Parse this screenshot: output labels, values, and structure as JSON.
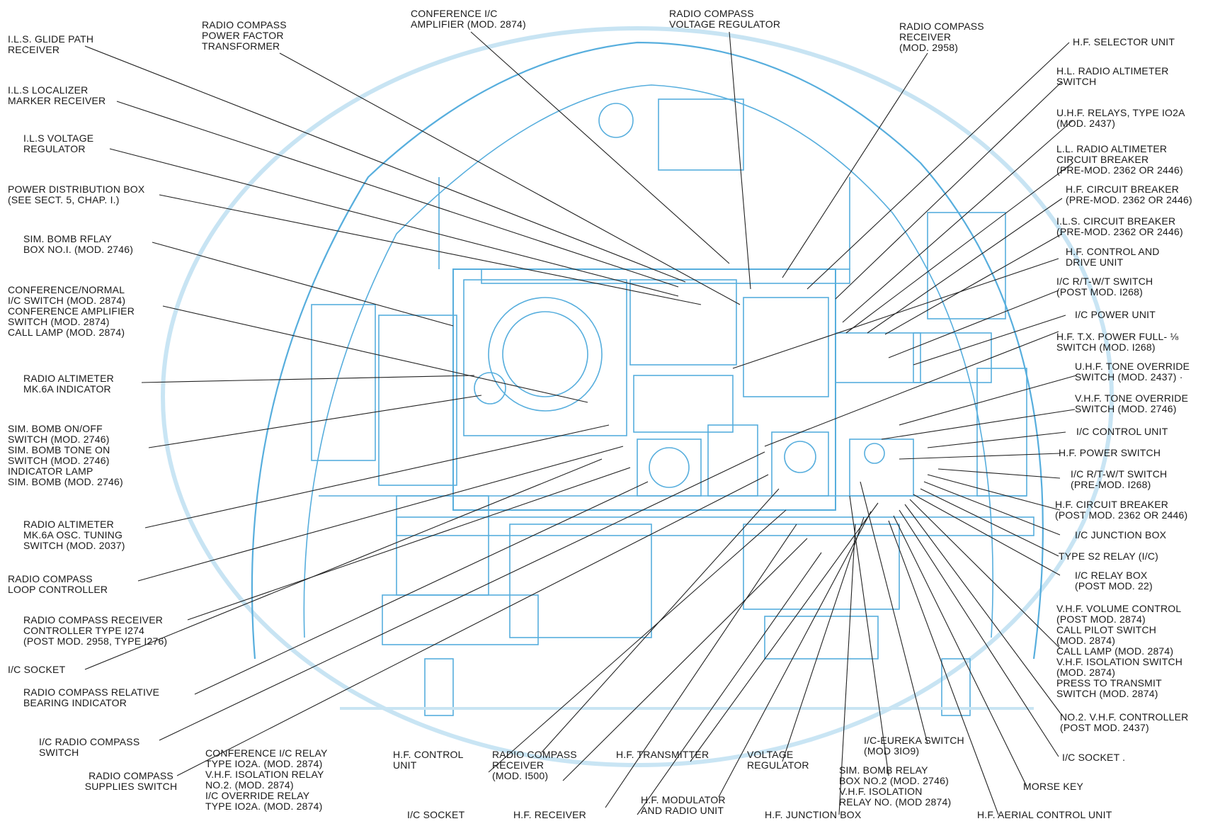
{
  "palette": {
    "ink": "#1a1a1a",
    "line": "#222222",
    "illustration": "#3aa0d8",
    "illustration_light": "#bfe0f2"
  },
  "labels": {
    "ils_glide": "I.L.S. GLIDE PATH\nRECEIVER",
    "ils_localizer": "I.L.S LOCALIZER\nMARKER RECEIVER",
    "ils_voltage": "I.L.S VOLTAGE\nREGULATOR",
    "power_dist": "POWER DISTRIBUTION BOX\n(SEE SECT. 5, CHAP. I.)",
    "sim_bomb_relay1": "SIM. BOMB RFLAY\nBOX No.I. (MOD. 2746)",
    "conference_normal": "CONFERENCE/NORMAL\nI/C SWITCH (MOD. 2874)\nCONFERENCE AMPLIFIER\nSWITCH (MOD. 2874)\nCALL LAMP (MOD. 2874)",
    "radio_alt_ind": "RADIO ALTIMETER\nMK.6A INDICATOR",
    "sim_bomb_onoff": "SIM. BOMB ON/OFF\nSWITCH (MOD. 2746)\nSIM. BOMB TONE ON\nSWITCH (MOD. 2746)\nINDICATOR LAMP\nSIM. BOMB (MOD. 2746)",
    "radio_alt_osc": "RADIO ALTIMETER\nMK.6A OSC. TUNING\nSWITCH (MOD. 2037)",
    "rc_loop": "RADIO COMPASS\nLOOP CONTROLLER",
    "rc_receiver_ctrl": "RADIO COMPASS RECEIVER\nCONTROLLER TYPE I274\n(POST MOD. 2958, TYPE I276)",
    "ic_socket_left": "I/C SOCKET",
    "rc_relative": "RADIO COMPASS RELATIVE\nBEARING INDICATOR",
    "ic_rc_switch": "I/C RADIO COMPASS\nSWITCH",
    "rc_supplies": "RADIO COMPASS\nSUPPLIES SWITCH",
    "rc_pf_transformer": "RADIO COMPASS\nPOWER FACTOR\nTRANSFORMER",
    "conf_amp": "CONFERENCE I/C\nAMPLIFIER (MOD. 2874)",
    "rc_voltage": "RADIO COMPASS\nVOLTAGE REGULATOR",
    "rc_receiver_2958": "RADIO COMPASS\nRECEIVER\n(MOD. 2958)",
    "hf_selector": "H.F. SELECTOR UNIT",
    "hl_radio_alt": "H.L. RADIO ALTIMETER\nSWITCH",
    "uhf_relays": "U.H.F. RELAYS, TYPE IO2A\n(MOD. 2437)",
    "ll_radio_alt_cb": "L.L. RADIO ALTIMETER\nCIRCUIT BREAKER\n(PRE-MOD. 2362 OR 2446)",
    "hf_cb_pre": "H.F. CIRCUIT BREAKER\n(PRE-MOD. 2362 OR 2446)",
    "ils_cb": "I.L.S. CIRCUIT BREAKER\n(PRE-MOD. 2362 OR 2446)",
    "hf_control_drive": "H.F. CONTROL AND\nDRIVE UNIT",
    "ic_rt_wt_post": "I/C R/T-W/T SWITCH\n(POST MOD. I268)",
    "ic_power_unit": "I/C POWER UNIT",
    "hf_tx_power": "H.F. T.X. POWER FULL- ⅛\nSWITCH (MOD. I268)",
    "uhf_tone": "U.H.F. TONE OVERRIDE\nSWITCH (MOD. 2437) ·",
    "vhf_tone": "V.H.F. TONE OVERRIDE\nSWITCH (MOD. 2746)",
    "ic_control_unit": "I/C CONTROL UNIT",
    "hf_power_switch": "H.F. POWER SWITCH",
    "ic_rt_wt_pre": "I/C R/T-W/T SWITCH\n(PRE-MOD. I268)",
    "hf_cb_post": "H.F. CIRCUIT BREAKER\n(POST MOD. 2362 OR 2446)",
    "ic_junction": "I/C JUNCTION BOX",
    "type_s2": "TYPE S2 RELAY (I/C)",
    "ic_relay_box": "I/C RELAY BOX\n(POST MOD. 22)",
    "vhf_volume": "V.H.F. VOLUME CONTROL\n(POST MOD. 2874)\nCALL PILOT SWITCH\n(MOD. 2874)\nCALL LAMP (MOD. 2874)\nV.H.F. ISOLATION SWITCH\n(MOD. 2874)\nPRESS TO TRANSMIT\nSWITCH (MOD. 2874)",
    "no2_vhf": "No.2. V.H.F. CONTROLLER\n(POST MOD. 2437)",
    "ic_socket_right": "I/C SOCKET .",
    "morse_key": "MORSE KEY",
    "hf_aerial": "H.F. AERIAL CONTROL UNIT",
    "conf_ic_relay": "CONFERENCE I/C RELAY\nTYPE IO2A. (MOD. 2874)\nV.H.F. ISOLATION RELAY\nNo.2. (MOD. 2874)\nI/C OVERRIDE RELAY\nTYPE IO2A. (MOD. 2874)",
    "hf_control_unit": "H.F. CONTROL\nUNIT",
    "ic_socket_bottom": "I/C SOCKET",
    "rc_receiver_1500": "RADIO COMPASS\nRECEIVER\n(MOD. I500)",
    "hf_receiver": "H.F. RECEIVER",
    "hf_transmitter": "H.F. TRANSMITTER",
    "hf_modulator": "H.F. MODULATOR\nAND RADIO UNIT",
    "voltage_reg": "VOLTAGE\nREGULATOR",
    "hf_junction": "H.F. JUNCTION BOX",
    "sim_bomb_relay2": "SIM. BOMB RELAY\nBOX No.2 (MOD. 2746)\nV.H.F. ISOLATION\nRELAY No. (MOD 2874)",
    "ic_eureka": "I/C-EUREKA SWITCH\n(MOD 3IO9)"
  }
}
